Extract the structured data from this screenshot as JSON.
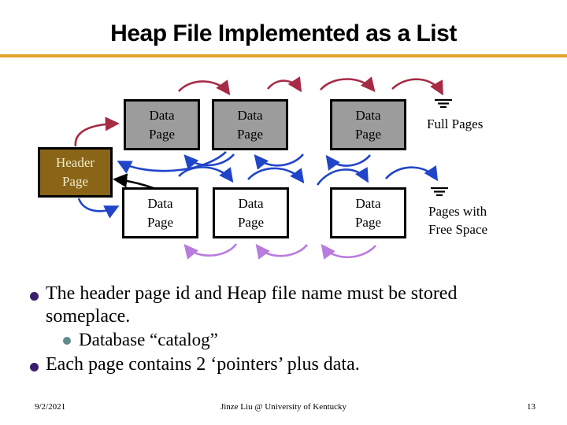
{
  "title": "Heap File Implemented as a List",
  "colors": {
    "title_rule": "#E2A22C",
    "header_page_fill": "#8A6517",
    "header_page_text": "#F2EBCB",
    "data_page_full_fill": "#9C9C9C",
    "data_page_free_fill": "#FFFFFF",
    "full_list_arrows": "#A62B45",
    "prev_next_arrows": "#2145C8",
    "free_list_back_arrows": "#B87CDE",
    "back_to_header_arrow": "#000000",
    "bullet_level1": "#3B1E6E",
    "bullet_level2": "#5E8C8C"
  },
  "diagram": {
    "header_page_label": "Header\nPage",
    "data_page_label": "Data\nPage",
    "full_pages_label": "Full Pages",
    "free_pages_label": "Pages with\nFree Space"
  },
  "bullets": {
    "item1": "The header page id and Heap file name must be stored someplace.",
    "item1_sub": "Database “catalog”",
    "item2": "Each page contains 2 ‘pointers’ plus data."
  },
  "footer": {
    "date": "9/2/2021",
    "center": "Jinze Liu @ University of Kentucky",
    "page": "13"
  }
}
